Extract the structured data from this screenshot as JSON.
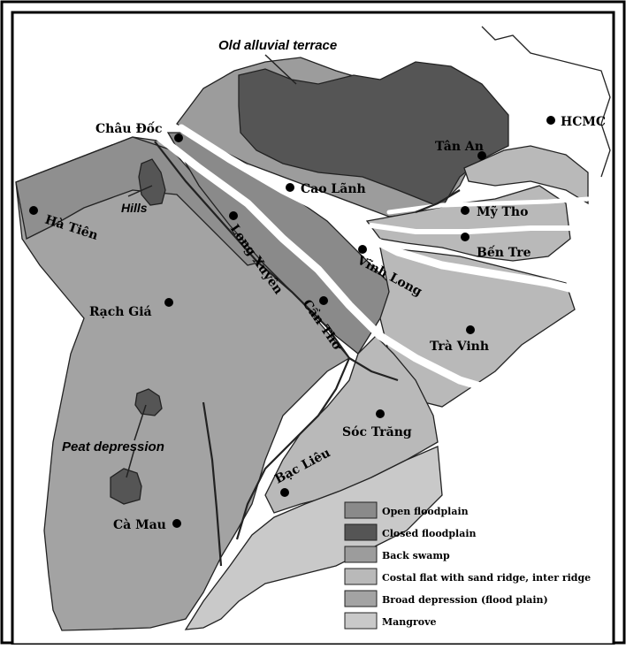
{
  "map": {
    "annotations": {
      "terrace": "Old alluvial terrace",
      "hills": "Hills",
      "peat": "Peat depression"
    },
    "cities": [
      {
        "id": "hcmc",
        "name": "HCMC"
      },
      {
        "id": "chau-doc",
        "name": "Châu Đốc"
      },
      {
        "id": "tan-an",
        "name": "Tân An"
      },
      {
        "id": "cao-lanh",
        "name": "Cao Lãnh"
      },
      {
        "id": "my-tho",
        "name": "Mỹ Tho"
      },
      {
        "id": "ha-tien",
        "name": "Hà Tiên"
      },
      {
        "id": "ben-tre",
        "name": "Bến Tre"
      },
      {
        "id": "long-xuyen",
        "name": "Long Xuyên"
      },
      {
        "id": "vinh-long",
        "name": "Vĩnh Long"
      },
      {
        "id": "can-tho",
        "name": "Cần Thơ"
      },
      {
        "id": "rach-gia",
        "name": "Rạch Giá"
      },
      {
        "id": "tra-vinh",
        "name": "Trà Vinh"
      },
      {
        "id": "soc-trang",
        "name": "Sóc Trăng"
      },
      {
        "id": "bac-lieu",
        "name": "Bạc Liêu"
      },
      {
        "id": "ca-mau",
        "name": "Cà Mau"
      }
    ],
    "colors": {
      "open_floodplain": "#8a8a8a",
      "closed_floodplain": "#555555",
      "back_swamp": "#9c9c9c",
      "coastal_flat": "#b9b9b9",
      "broad_depression": "#a3a3a3",
      "mangrove": "#c9c9c9"
    }
  },
  "legend": {
    "items": [
      {
        "label": "Open floodplain",
        "color": "#8a8a8a"
      },
      {
        "label": "Closed floodplain",
        "color": "#555555"
      },
      {
        "label": "Back swamp",
        "color": "#9c9c9c"
      },
      {
        "label": "Costal flat with sand ridge, inter ridge",
        "color": "#b9b9b9"
      },
      {
        "label": "Broad depression (flood plain)",
        "color": "#a3a3a3"
      },
      {
        "label": "Mangrove",
        "color": "#c9c9c9"
      }
    ]
  }
}
